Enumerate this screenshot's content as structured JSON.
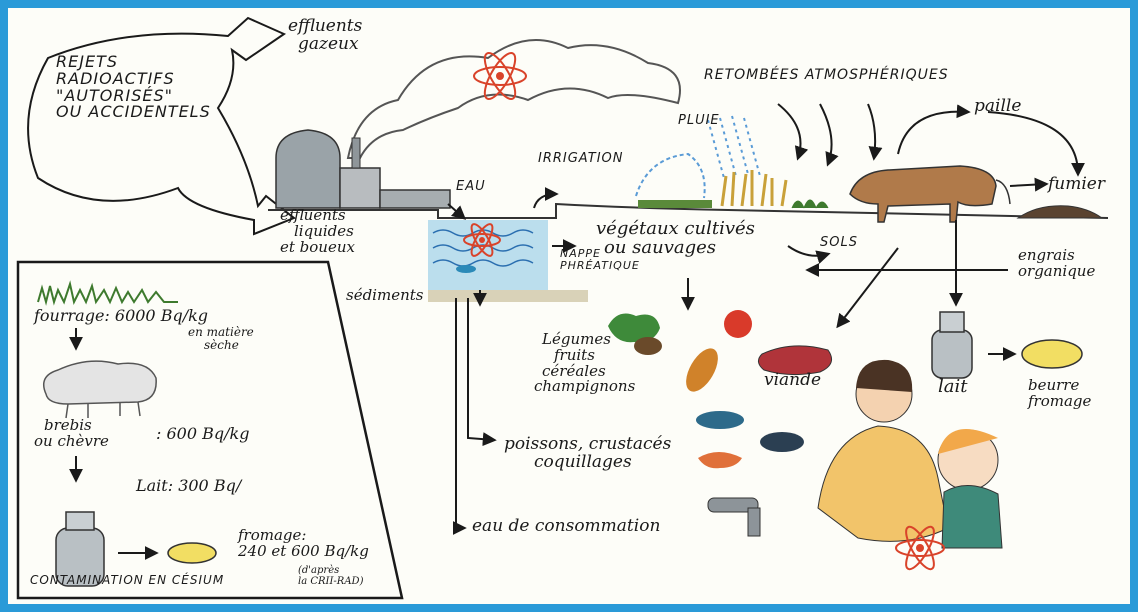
{
  "colors": {
    "border": "#2a9ad8",
    "paper": "#fdfdf8",
    "ink": "#1a1a1a",
    "water": "#6ab4d8",
    "atom": "#d9432a"
  },
  "labels": {
    "rejets": [
      "REJETS",
      "RADIOACTIFS",
      "\"AUTORISÉS\"",
      "OU ACCIDENTELS"
    ],
    "effluents_gazeux": [
      "effluents",
      "gazeux"
    ],
    "retombees": "RETOMBÉES ATMOSPHÉRIQUES",
    "paille": "paille",
    "pluie": "PLUIE",
    "irrigation": "IRRIGATION",
    "eau": "EAU",
    "fumier": "fumier",
    "effluents_liquides": [
      "effluents",
      "liquides",
      "et boueux"
    ],
    "vegetaux": [
      "végétaux cultivés",
      "ou sauvages"
    ],
    "nappe": [
      "NAPPE",
      "PHRÉATIQUE"
    ],
    "sols": "SOLS",
    "engrais": [
      "engrais",
      "organique"
    ],
    "sediments": "sédiments",
    "legumes": [
      "Légumes",
      "fruits",
      "céréales",
      "champignons"
    ],
    "viande": "viande",
    "lait": "lait",
    "beurre": [
      "beurre",
      "fromage"
    ],
    "poissons": [
      "poissons, crustacés",
      "coquillages"
    ],
    "eau_conso": "eau de consommation"
  },
  "inset": {
    "fourrage": "fourrage: 6000 Bq/kg",
    "matiere_seche": [
      "en matière",
      "sèche"
    ],
    "brebis": [
      "brebis",
      "ou chèvre"
    ],
    "brebis_value": ": 600 Bq/kg",
    "lait_value": "Lait: 300 Bq/",
    "fromage": [
      "fromage:",
      "240 et 600 Bq/kg"
    ],
    "caption": "CONTAMINATION EN CÉSIUM",
    "source": [
      "(d'après",
      "la CRII-RAD)"
    ]
  }
}
